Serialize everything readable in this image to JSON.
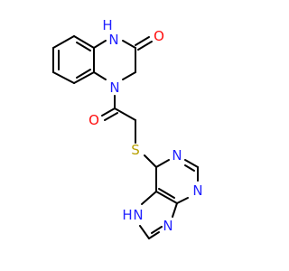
{
  "molecule": {
    "atom_labels": {
      "nh_quinox": "H",
      "n_quinox": "N",
      "o_lactam": "O",
      "n_amide": "N",
      "o_acyl": "O",
      "s_thio": "S",
      "n_pur1": "N",
      "n_pur3": "N",
      "n_pur9": "N",
      "nh_pur7": "H",
      "n_pur7": "N"
    },
    "colors": {
      "carbon": "#000000",
      "oxygen": "#ff0d0d",
      "nitrogen": "#2020ff",
      "sulfur": "#c8b400"
    }
  }
}
